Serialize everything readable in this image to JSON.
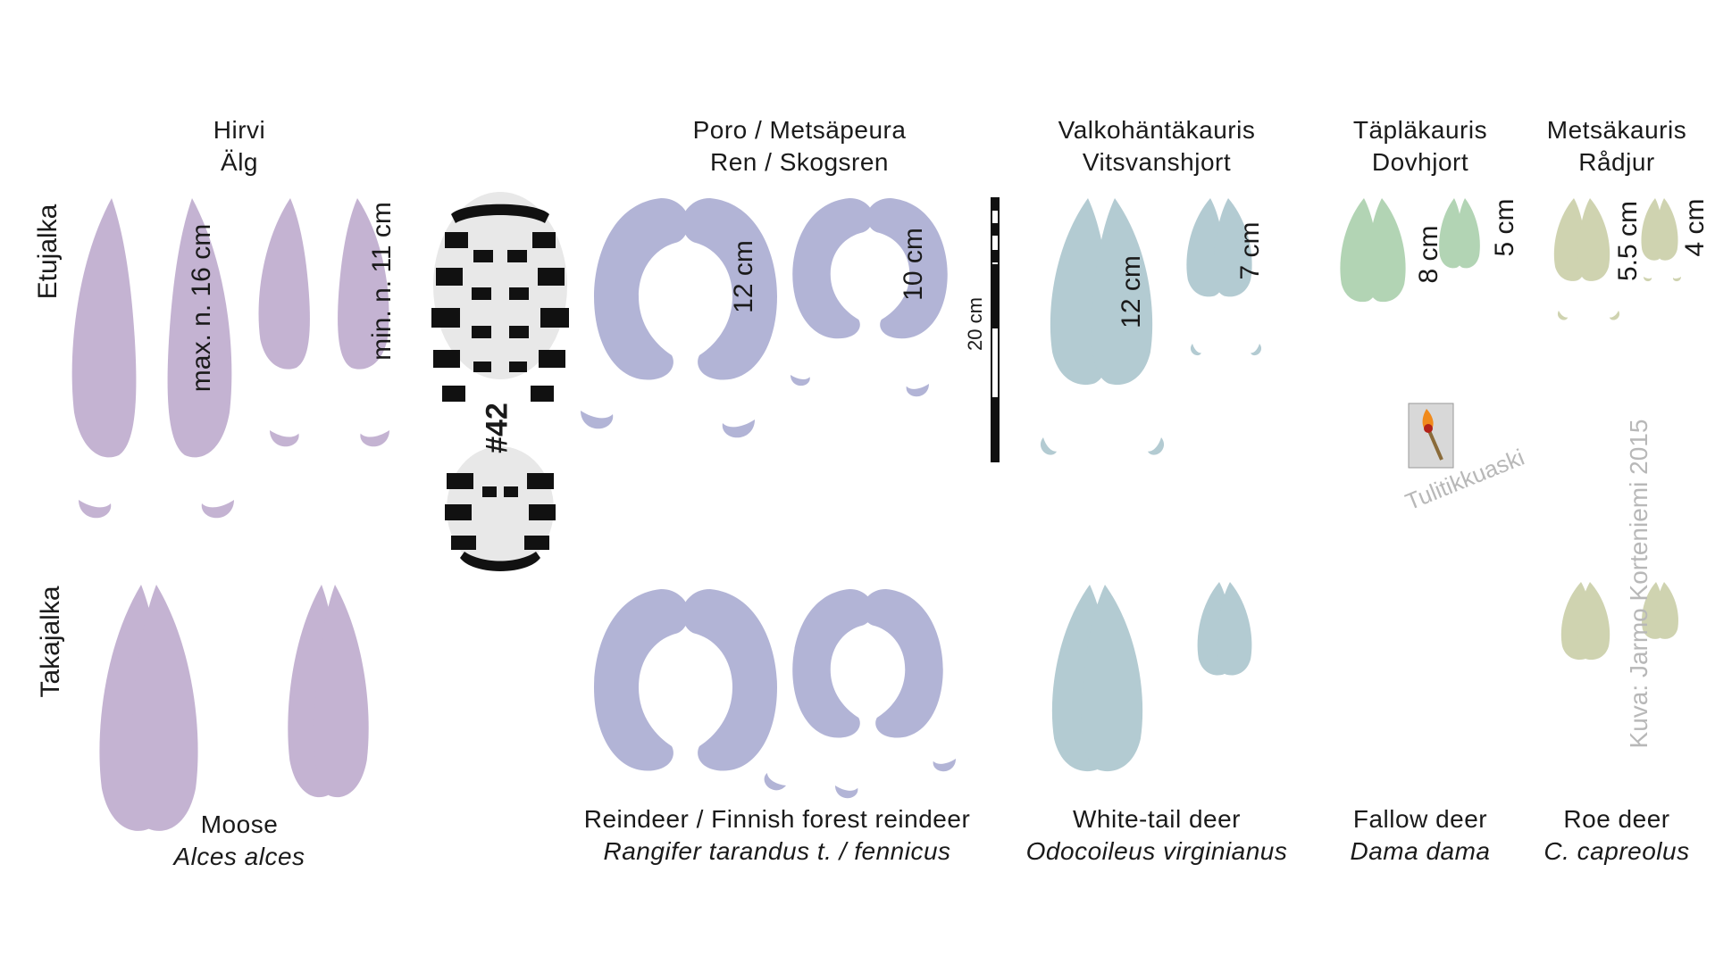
{
  "colors": {
    "moose": "#c4b3d2",
    "reindeer": "#b2b4d6",
    "whitetail": "#b3cbd2",
    "fallow": "#b2d4b4",
    "roe": "#cfd3b0",
    "boot": "#111111",
    "watermark": "#b8b8b8"
  },
  "species": {
    "moose": {
      "fi": "Hirvi",
      "sv": "Älg",
      "en": "Moose",
      "latin": "Alces alces",
      "max": "max. n. 16 cm",
      "min": "min. n. 11 cm"
    },
    "reindeer": {
      "fi": "Poro / Metsäpeura",
      "sv": "Ren / Skogsren",
      "en": "Reindeer / Finnish forest reindeer",
      "latin": "Rangifer tarandus t. / fennicus",
      "m1": "12 cm",
      "m2": "10 cm"
    },
    "whitetail": {
      "fi": "Valkohäntäkauris",
      "sv": "Vitsvanshjort",
      "en": "White-tail deer",
      "latin": "Odocoileus virginianus",
      "m1": "12 cm",
      "m2": "7 cm"
    },
    "fallow": {
      "fi": "Täpläkauris",
      "sv": "Dovhjort",
      "en": "Fallow deer",
      "latin": "Dama dama",
      "m1": "8 cm",
      "m2": "5 cm"
    },
    "roe": {
      "fi": "Metsäkauris",
      "sv": "Rådjur",
      "en": "Roe deer",
      "latin": "C. capreolus",
      "m1": "5.5 cm",
      "m2": "4 cm"
    }
  },
  "rows": {
    "front": "Etujalka",
    "hind": "Takajalka"
  },
  "scale": {
    "label": "20 cm"
  },
  "boot": {
    "size": "#42"
  },
  "matchbox": {
    "label": "Tulitikkuaski",
    "icon": "match-flame-icon"
  },
  "credit": "Kuva: Jarmo Korteniemi 2015"
}
